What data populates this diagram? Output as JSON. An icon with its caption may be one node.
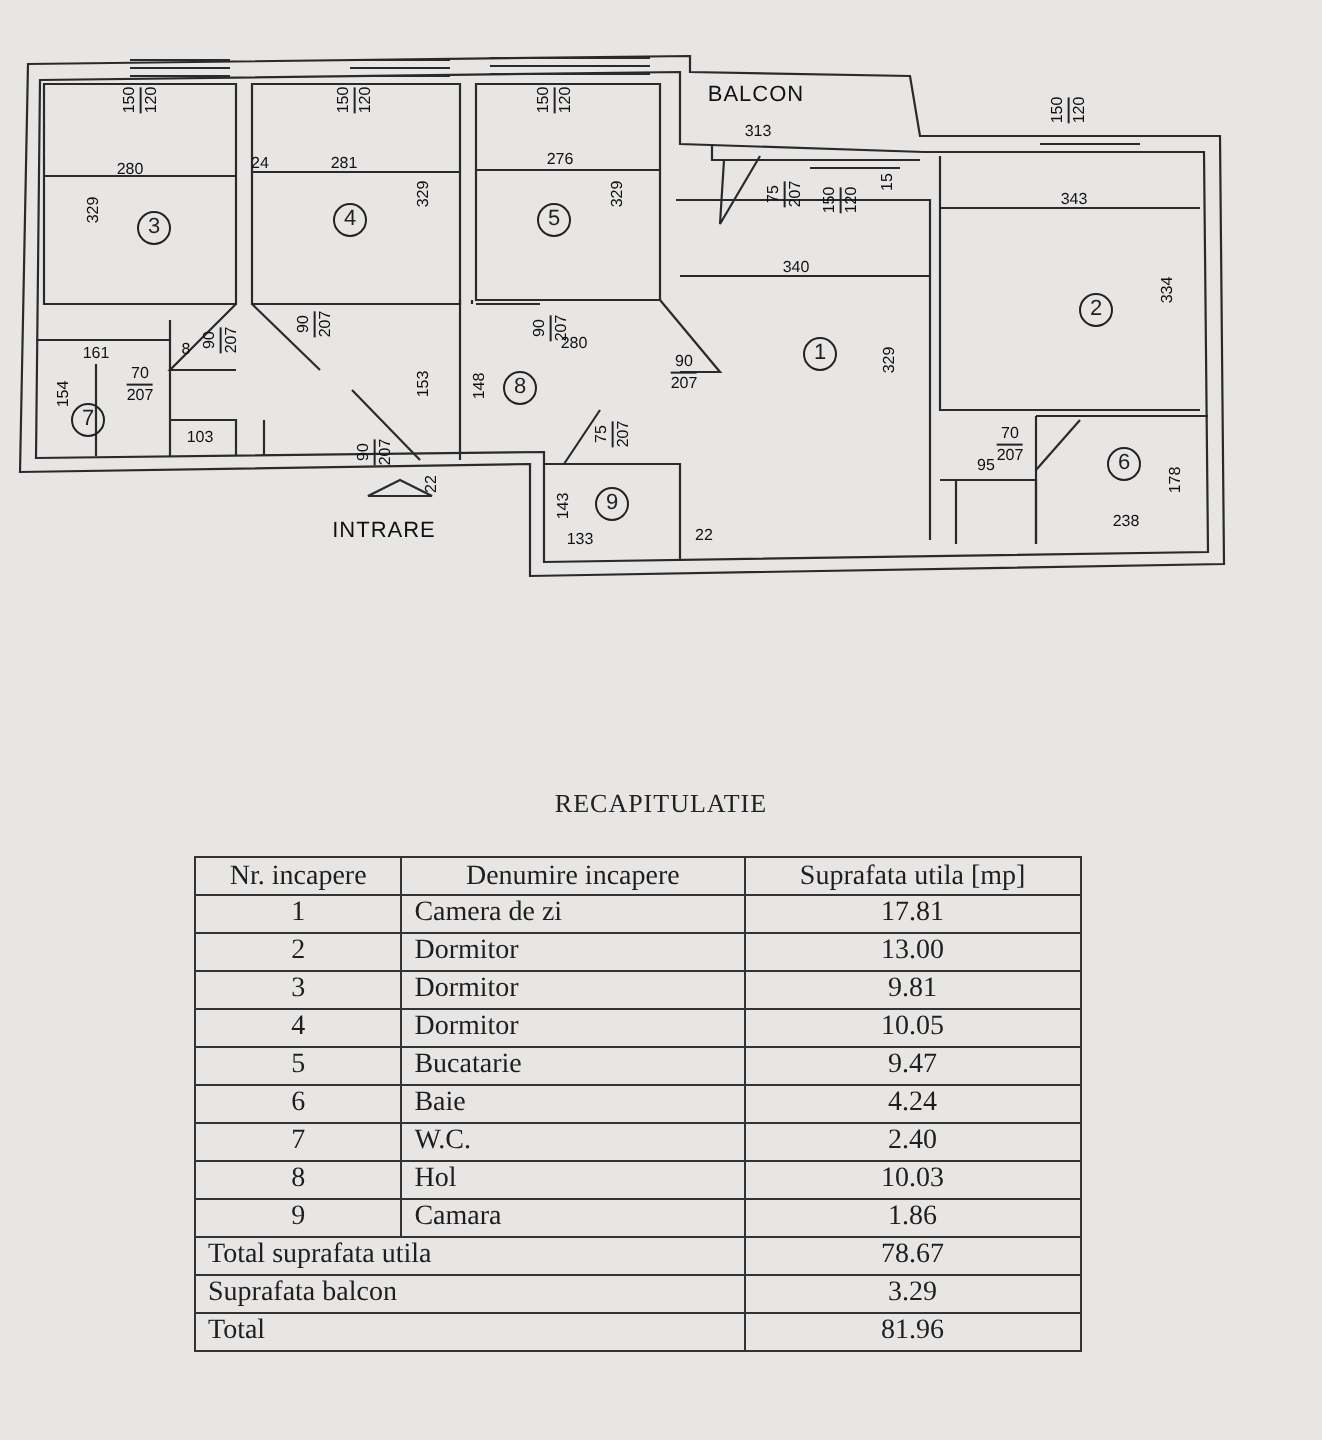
{
  "diagram": {
    "title": "RECAPITULATIE",
    "nodes": [
      {
        "text": [
          "3"
        ]
      },
      {
        "text": [
          "4"
        ]
      },
      {
        "text": [
          "5"
        ]
      },
      {
        "text": [
          "2"
        ]
      },
      {
        "text": [
          "1"
        ]
      },
      {
        "text": [
          "8"
        ]
      },
      {
        "text": [
          "7"
        ]
      },
      {
        "text": [
          "6"
        ]
      },
      {
        "text": [
          "9"
        ]
      }
    ],
    "labels": [
      "150 120",
      "150 120",
      "150 120",
      "BALCON",
      "150 120",
      "313",
      "75 207",
      "15",
      "150 120",
      "280",
      "24",
      "281",
      "276",
      "343",
      "329",
      "329",
      "329",
      "340",
      "334",
      "90 207",
      "90 207",
      "90 207",
      "280",
      "329",
      "161",
      "154",
      "70 207",
      "8",
      "153",
      "148",
      "90 207",
      "90 207",
      "75 207",
      "70 207",
      "103",
      "95",
      "178",
      "22",
      "143",
      "INTRARE",
      "238",
      "133",
      "22",
      "Nr. incapere",
      "Denumire incapere",
      "Suprafata utila [mp]",
      "1",
      "Camera de zi",
      "17.81",
      "2",
      "Dormitor",
      "13.00",
      "3",
      "Dormitor",
      "9.81",
      "4",
      "Dormitor",
      "10.05",
      "5",
      "Bucatarie",
      "9.47",
      "6",
      "Baie",
      "4.24",
      "7",
      "W.C.",
      "2.40",
      "8",
      "Hol",
      "10.03",
      "9",
      "Camara",
      "1.86",
      "Total suprafata utila",
      "78.67",
      "Suprafata balcon",
      "3.29",
      "Total",
      "81.96"
    ]
  }
}
